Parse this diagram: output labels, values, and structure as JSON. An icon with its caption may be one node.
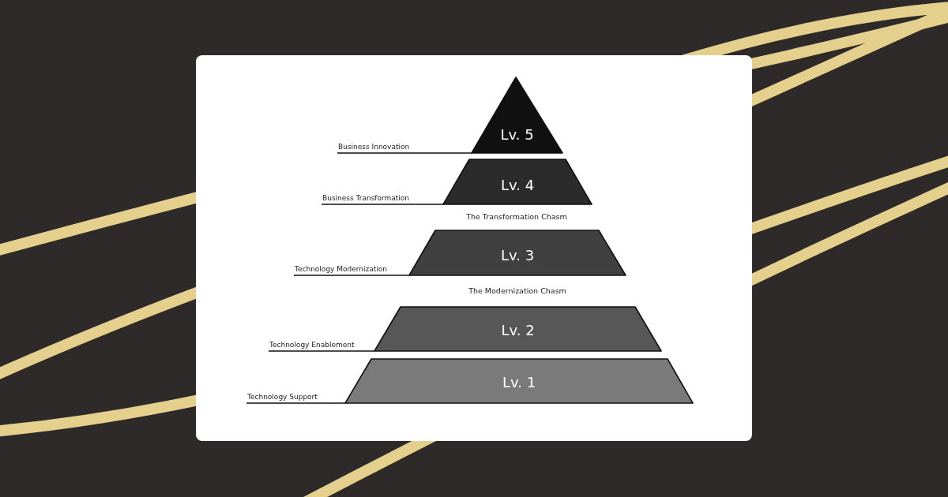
{
  "diagram": {
    "nodes": [
      {
        "text": [
          "Business Innovation"
        ]
      },
      {
        "text": [
          "Lv. 5"
        ]
      },
      {
        "text": [
          "Business Transformation"
        ]
      },
      {
        "text": [
          "Lv. 4"
        ]
      },
      {
        "text": [
          "Technology Modernization"
        ]
      },
      {
        "text": [
          "Lv. 3"
        ]
      },
      {
        "text": [
          "Technology Enablement"
        ]
      },
      {
        "text": [
          "Lv. 2"
        ]
      },
      {
        "text": [
          "Technology Support"
        ]
      },
      {
        "text": [
          "Lv. 1"
        ]
      }
    ],
    "edges": [
      {
        "from": 0,
        "to": 1,
        "arrow": "none"
      },
      {
        "from": 2,
        "to": 3,
        "arrow": "none"
      },
      {
        "from": 4,
        "to": 5,
        "arrow": "none"
      },
      {
        "from": 6,
        "to": 7,
        "arrow": "none"
      },
      {
        "from": 8,
        "to": 9,
        "arrow": "none"
      }
    ],
    "labels": [
      "The Transformation Chasm",
      "The Modernization Chasm"
    ]
  }
}
